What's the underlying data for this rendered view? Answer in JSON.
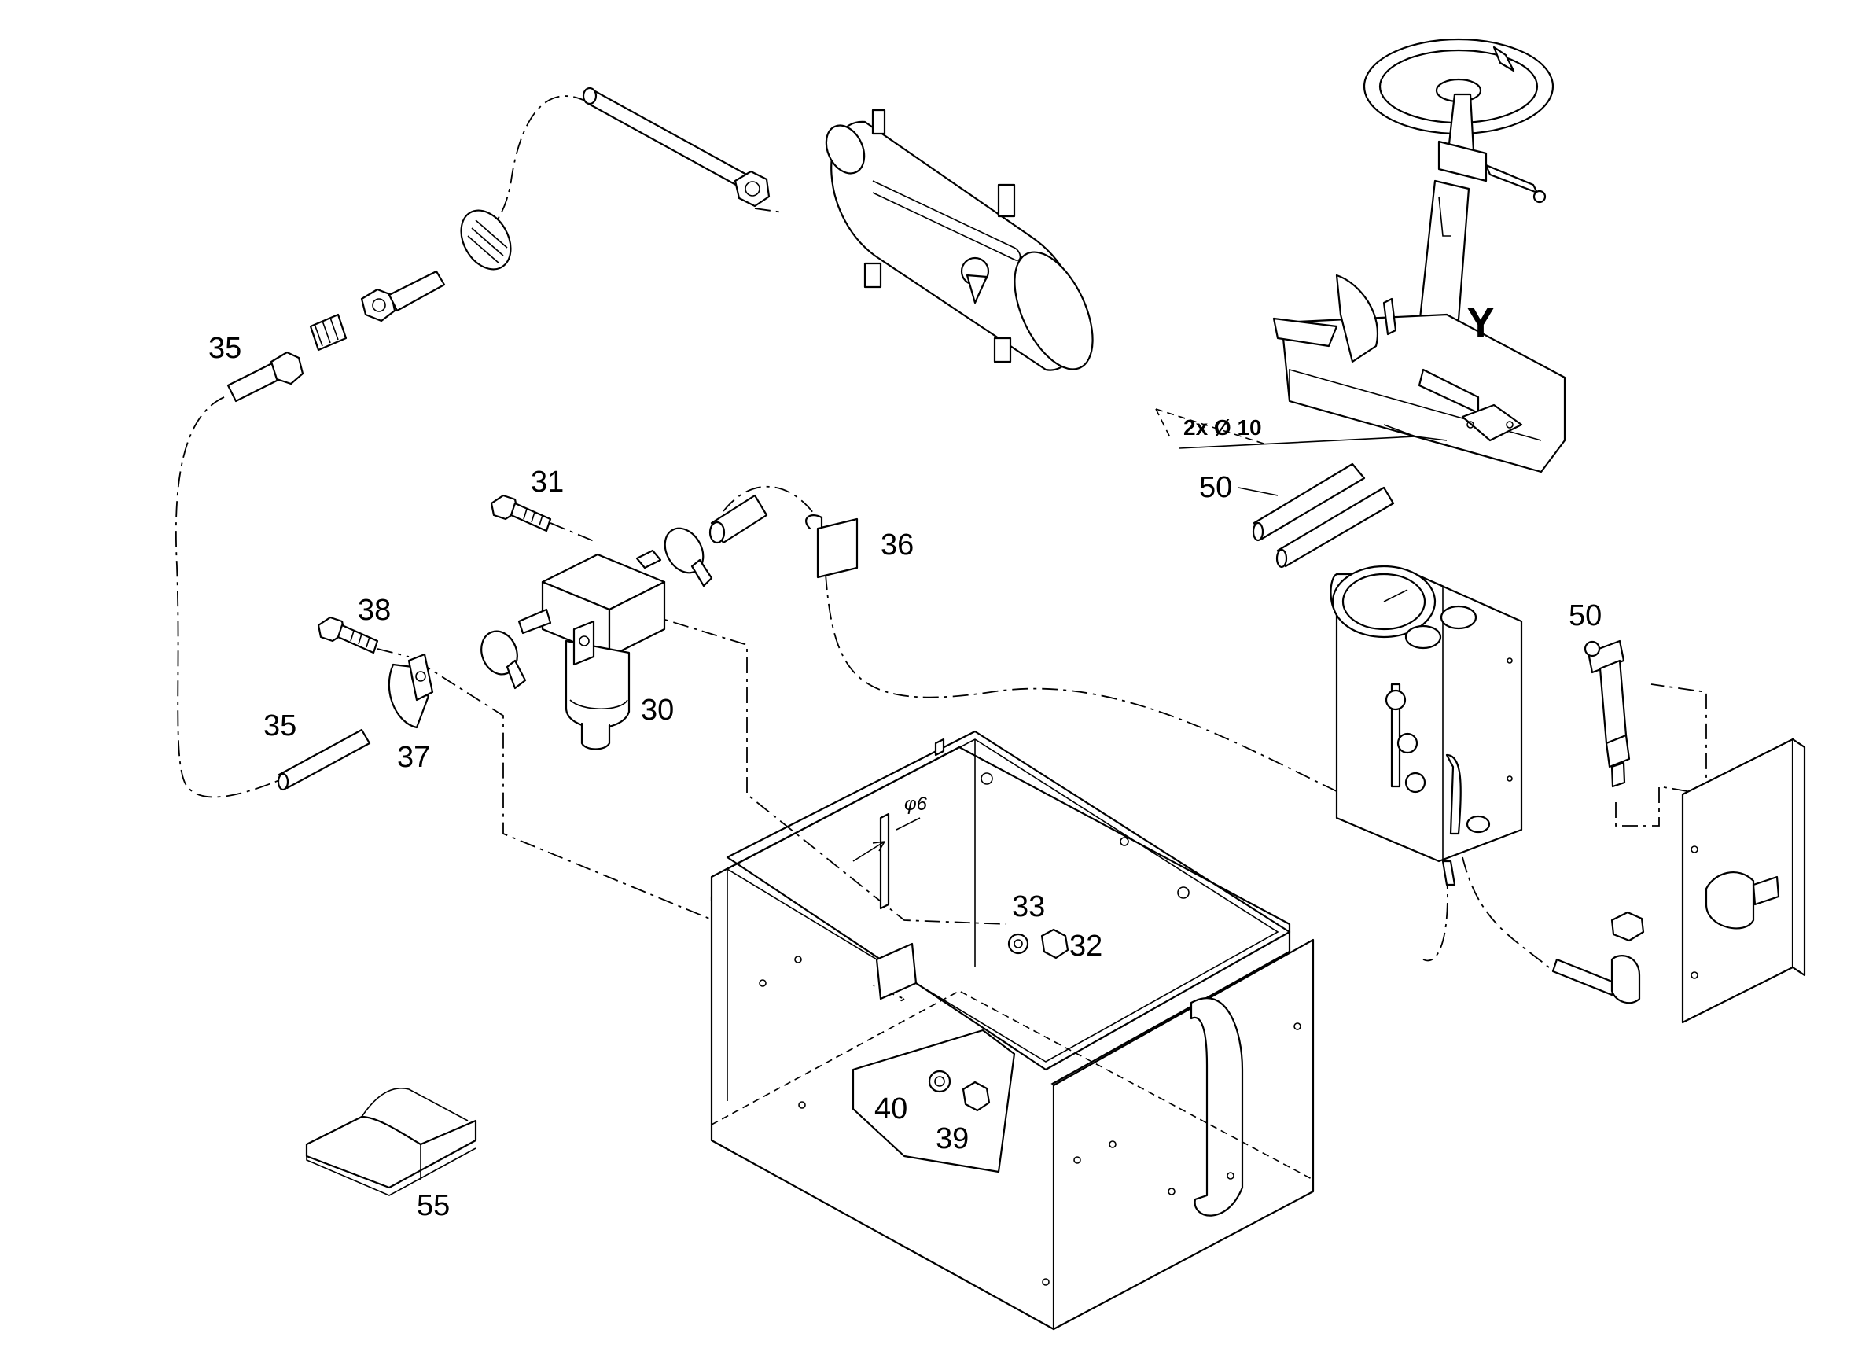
{
  "callouts": {
    "c35a": "35",
    "c31": "31",
    "c36": "36",
    "c38": "38",
    "c30": "30",
    "c35b": "35",
    "c37": "37",
    "c33": "33",
    "c32": "32",
    "c40": "40",
    "c39": "39",
    "c55": "55",
    "c50a": "50",
    "c50b": "50"
  },
  "labels": {
    "view_letter": "Y",
    "hole_note": "2x Ø 10",
    "phi6": "φ6"
  }
}
